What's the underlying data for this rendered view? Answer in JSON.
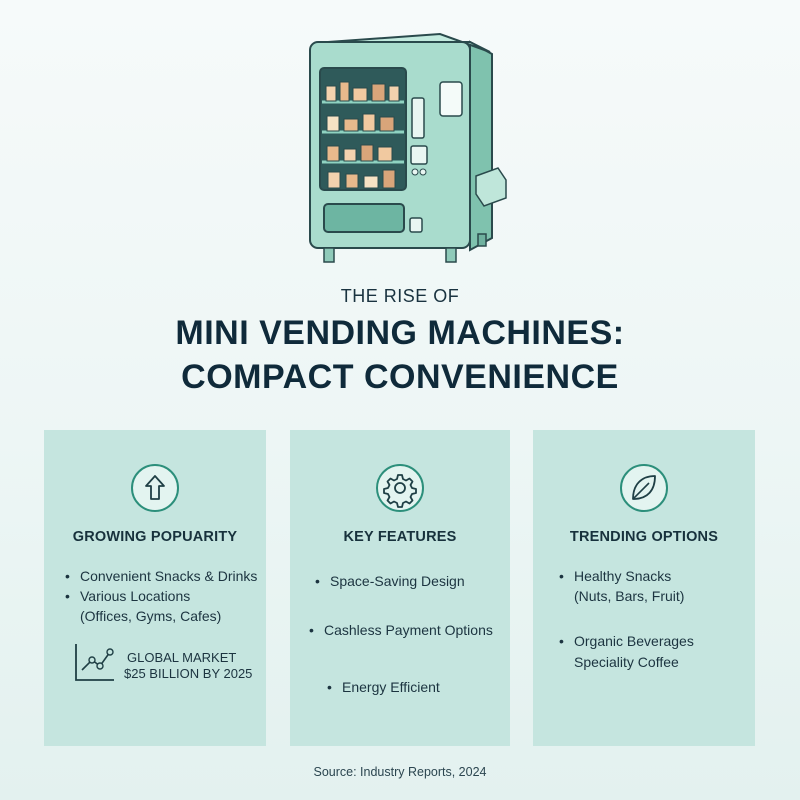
{
  "header": {
    "pretitle": "THE RISE OF",
    "title_line1": "MINI VENDING MACHINES:",
    "title_line2": "COMPACT CONVENIENCE"
  },
  "hero": {
    "icon": "vending-machine-illustration"
  },
  "cards": [
    {
      "icon": "arrow-up-icon",
      "title": "GROWING POPUARITY",
      "bullets": [
        "Convenient Snacks & Drinks",
        "Various Locations",
        "(Offices, Gyms, Cafes)"
      ],
      "market": {
        "icon": "line-chart-icon",
        "label": "GLOBAL MARKET",
        "value": "$25 BILLION BY 2025"
      }
    },
    {
      "icon": "gear-icon",
      "title": "KEY FEATURES",
      "bullets": [
        "Space-Saving Design",
        "Cashless Payment Options",
        "Energy Efficient"
      ]
    },
    {
      "icon": "leaf-icon",
      "title": "TRENDING OPTIONS",
      "bullets": [
        "Healthy Snacks",
        "(Nuts, Bars, Fruit)",
        "Organic Beverages",
        "Speciality Coffee"
      ]
    }
  ],
  "footer": {
    "source": "Source: Industry Reports, 2024"
  },
  "colors": {
    "background": "#eef6f5",
    "card": "#c5e5df",
    "machine": "#a9dccd",
    "icon_stroke": "#1f3f45",
    "title": "#0f2a3a"
  },
  "bullet_char": "•"
}
